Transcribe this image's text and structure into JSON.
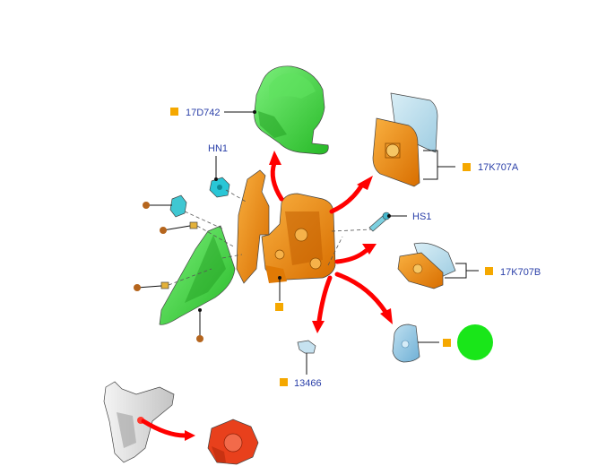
{
  "colors": {
    "label_text": "#2a3fa8",
    "callout_square": "#f5a800",
    "screw_dot": "#b5651d",
    "arrow": "#ff0000",
    "highlight_circle": "#19e619",
    "cover_green": "#3cd63c",
    "housing_orange": "#f08c10",
    "glass_blue": "#a9d4e6",
    "lamp_blue": "#8ec3e0",
    "motor_red": "#e8401c",
    "clip_cyan": "#29c6d6"
  },
  "labels": {
    "cover": "17D742",
    "clip": "HN1",
    "glass_upper": "17K707A",
    "screw": "HS1",
    "glass_lower": "17K707B",
    "bulb": "13466"
  },
  "icons": {
    "arrow": "red-arrow-icon",
    "callout": "callout-square-icon",
    "screw_dot": "fastener-dot-icon",
    "highlight": "green-circle-icon"
  }
}
